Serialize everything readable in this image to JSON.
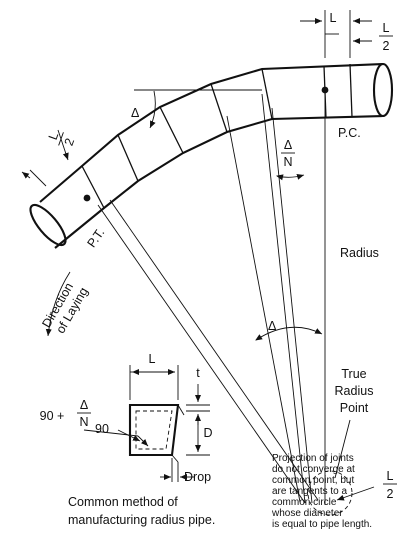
{
  "labels": {
    "L_top": "L",
    "L2_top_num": "L",
    "L2_top_den": "2",
    "L2_left_num": "L",
    "L2_left_den": "2",
    "delta_top": "Δ",
    "delta_over_n_num": "Δ",
    "delta_over_n_den": "N",
    "pc": "P.C.",
    "pt": "P.T.",
    "radius": "Radius",
    "direction_line1": "Direction",
    "direction_line2": "of Laying",
    "delta_lower": "Δ",
    "true_radius_line1": "True",
    "true_radius_line2": "Radius",
    "true_radius_line3": "Point",
    "L2_bottom_num": "L",
    "L2_bottom_den": "2"
  },
  "detail": {
    "prefix": "90 +",
    "delta_num": "Δ",
    "delta_den": "N",
    "L": "L",
    "t": "t",
    "D": "D",
    "ninety": "90",
    "drop": "Drop",
    "caption_line1": "Common method of",
    "caption_line2": "manufacturing radius pipe."
  },
  "note": [
    "Projection of joints",
    "do not converge at",
    "common point, but",
    "are tangents to a",
    "common circle",
    "whose diameter",
    "is equal to pipe length."
  ]
}
